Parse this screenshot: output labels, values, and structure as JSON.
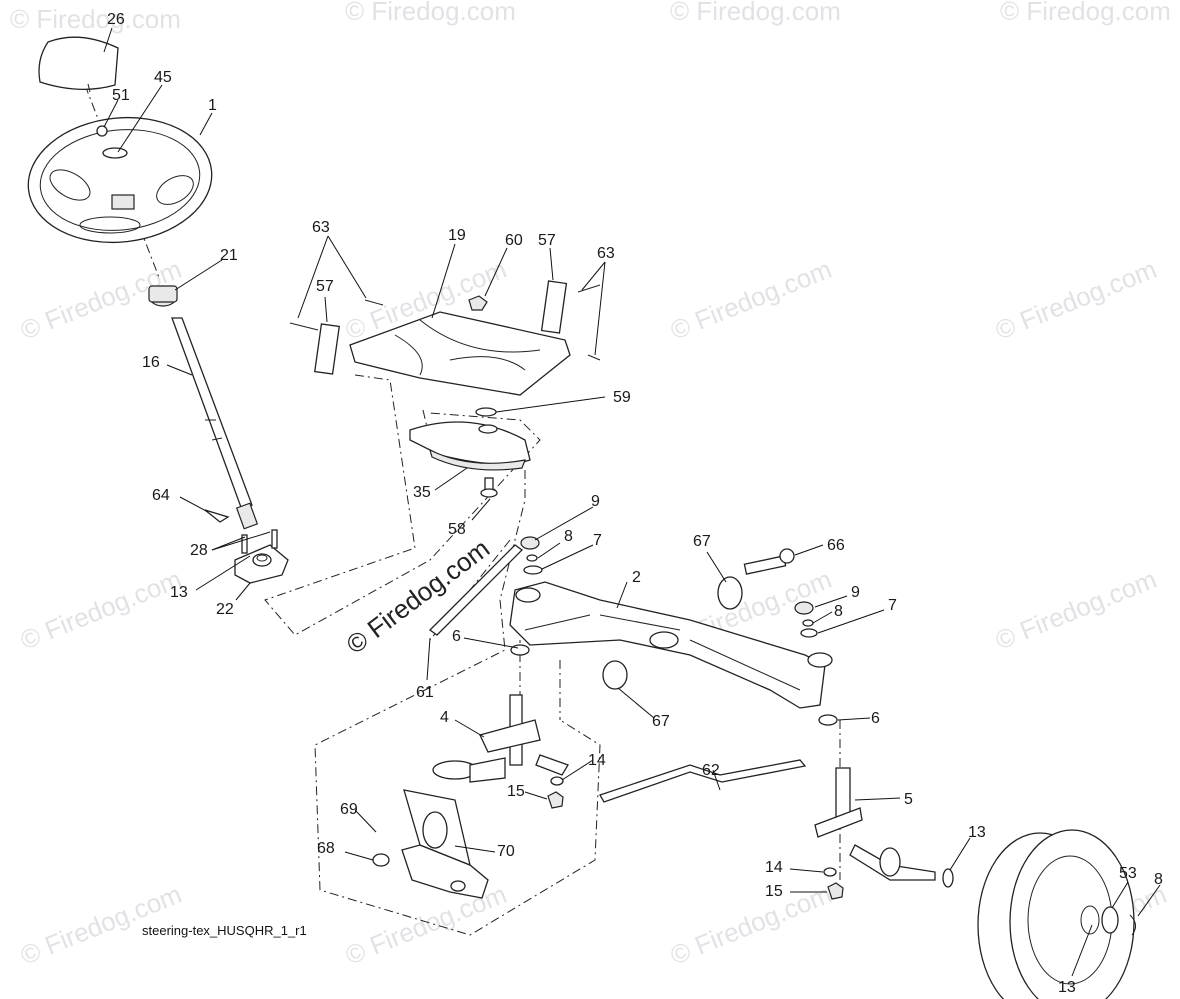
{
  "diagram": {
    "caption": "steering-tex_HUSQHR_1_r1",
    "watermark_text": "© Firedog.com",
    "center_watermark_text": "© Firedog.com",
    "colors": {
      "line": "#222222",
      "watermark": "#c9ccd0",
      "background": "#ffffff"
    },
    "callouts": [
      "26",
      "45",
      "51",
      "1",
      "21",
      "16",
      "64",
      "28",
      "13",
      "22",
      "63",
      "57",
      "19",
      "60",
      "57",
      "63",
      "59",
      "35",
      "58",
      "9",
      "8",
      "7",
      "67",
      "66",
      "2",
      "9",
      "8",
      "7",
      "6",
      "61",
      "67",
      "6",
      "4",
      "14",
      "15",
      "62",
      "5",
      "69",
      "68",
      "70",
      "13",
      "14",
      "15",
      "53",
      "8",
      "13"
    ]
  }
}
